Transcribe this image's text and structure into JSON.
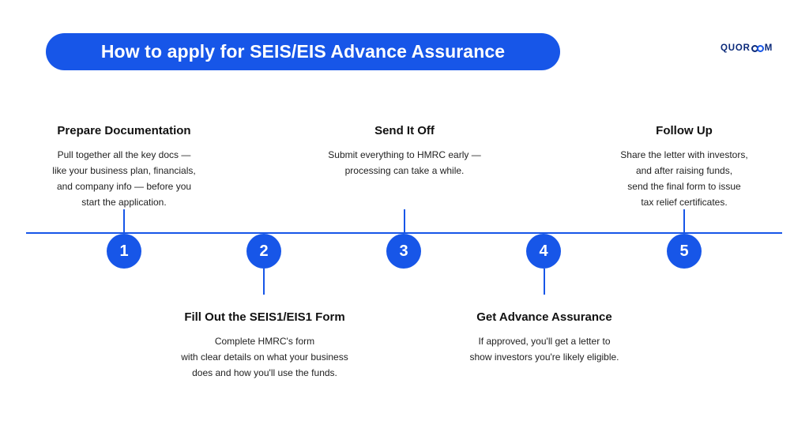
{
  "title": "How to apply for SEIS/EIS Advance Assurance",
  "logo": {
    "part1": "QUOR",
    "part2": "M"
  },
  "colors": {
    "accent": "#1756e8",
    "logo_dark": "#0b2a7a"
  },
  "steps": [
    {
      "number": "1",
      "title": "Prepare Documentation",
      "description": "Pull together all the key docs —\nlike your business plan, financials,\nand company info — before you\nstart the application."
    },
    {
      "number": "2",
      "title": "Fill Out the SEIS1/EIS1 Form",
      "description": "Complete HMRC's form\nwith clear details on what your business\ndoes and how you'll use the funds."
    },
    {
      "number": "3",
      "title": "Send It Off",
      "description": "Submit everything to HMRC early —\nprocessing can take a while."
    },
    {
      "number": "4",
      "title": "Get Advance Assurance",
      "description": "If approved, you'll get a letter to\nshow investors you're likely eligible."
    },
    {
      "number": "5",
      "title": "Follow Up",
      "description": "Share the letter with investors,\nand after raising funds,\nsend the final form to issue\ntax relief certificates."
    }
  ]
}
